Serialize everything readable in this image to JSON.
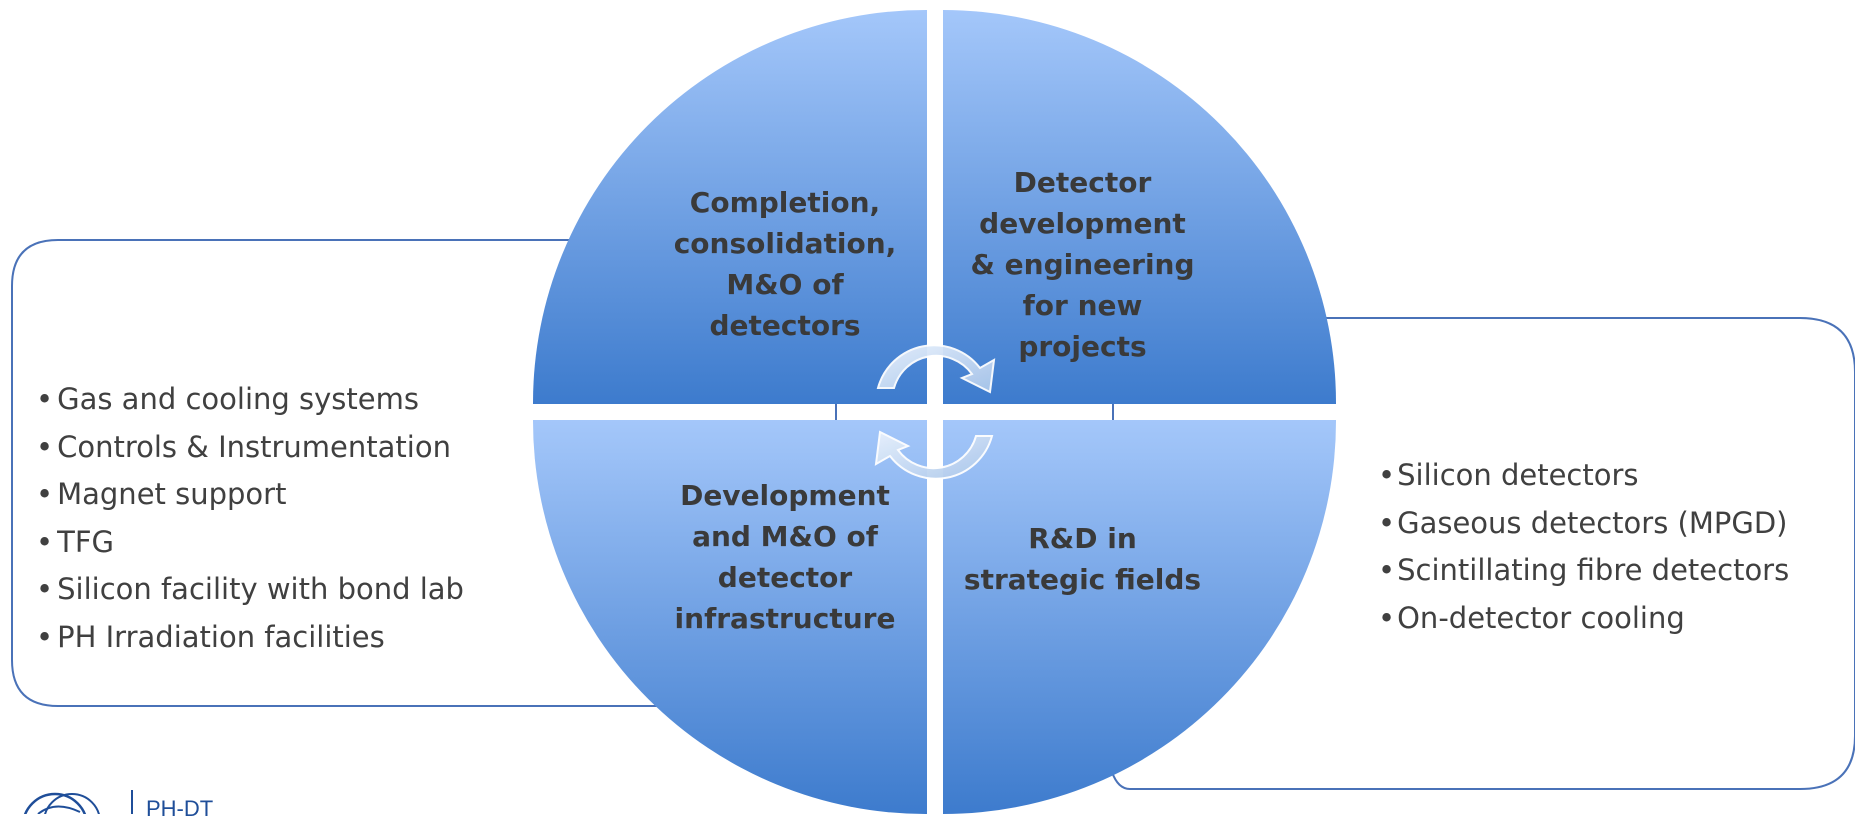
{
  "quadrants": {
    "top_left": "Completion,\nconsolidation,\nM&O of\ndetectors",
    "top_right": "Detector\ndevelopment\n& engineering\nfor new\nprojects",
    "bottom_left": "Development\nand  M&O of\ndetector\ninfrastructure",
    "bottom_right": "R&D in\nstrategic fields"
  },
  "left_list": [
    "Gas and cooling systems",
    "Controls & Instrumentation",
    "Magnet support",
    "TFG",
    "Silicon facility with bond lab",
    "PH Irradiation facilities"
  ],
  "right_list": [
    "Silicon detectors",
    "Gaseous detectors (MPGD)",
    "Scintillating fibre detectors",
    "On-detector cooling"
  ],
  "footer": {
    "label": "PH-DT"
  },
  "colors": {
    "quadrant_light": "#9cc2f7",
    "quadrant_dark": "#3f7ccf",
    "box_border": "#4a72b8",
    "text": "#404040"
  },
  "icons": [
    "cycle-arrows-icon",
    "cern-logo-icon"
  ]
}
